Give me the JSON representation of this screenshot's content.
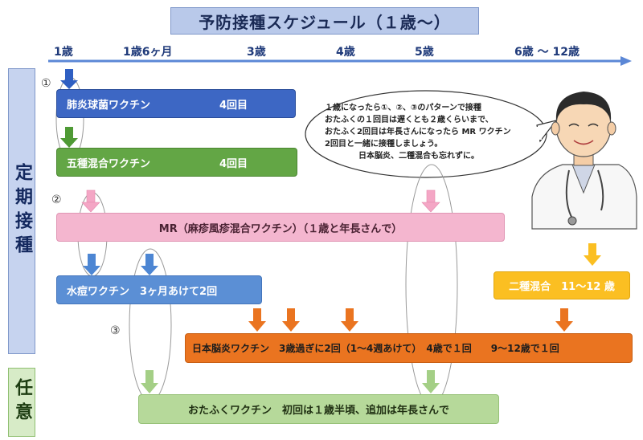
{
  "title": "予防接種スケジュール（１歳～）",
  "ages": [
    "1歳",
    "1歳6ヶ月",
    "3歳",
    "4歳",
    "5歳",
    "6歳 ～ 12歳"
  ],
  "side_labels": {
    "teiki": "定期接種",
    "nini": "任意"
  },
  "circle_markers": [
    "①",
    "②",
    "③"
  ],
  "bars": {
    "pneumococcal": {
      "name": "肺炎球菌ワクチン",
      "doses": "4回目"
    },
    "pentavalent": {
      "name": "五種混合ワクチン",
      "doses": "4回目"
    },
    "mr": "MR（麻疹風疹混合ワクチン）（１歳と年長さんで）",
    "varicella": "水痘ワクチン　3ヶ月あけて2回",
    "dt": "二種混合　11～12 歳",
    "je": "日本脳炎ワクチン　3歳過ぎに2回（1～4週あけて）　4歳で１回　　9～12歳で１回",
    "mumps": "おたふくワクチン　初回は１歳半頃、追加は年長さんで"
  },
  "speech_bubble": [
    "１歳になったら①、②、③のパターンで接種",
    "おたふくの１回目は遅くとも２歳くらいまで、",
    "おたふく2回目は年長さんになったら MR ワクチン",
    "2回目と一緒に接種しましょう。",
    "日本脳炎、二種混合も忘れずに。"
  ],
  "colors": {
    "timeline": "#5b87d6",
    "blue_bar": "#3d67c4",
    "green_bar": "#63a645",
    "pink_bar": "#f4b6cf",
    "light_blue_bar": "#5b8fd5",
    "yellow_bar": "#fbbf22",
    "orange_bar": "#ea7420",
    "light_green_bar": "#b6d99a"
  }
}
